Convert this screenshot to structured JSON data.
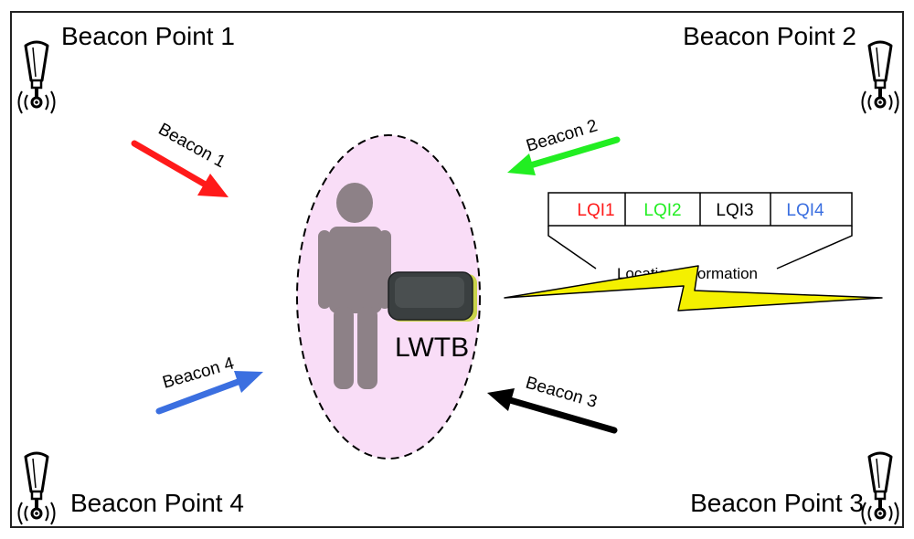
{
  "beacon_points": {
    "bp1": "Beacon Point 1",
    "bp2": "Beacon Point 2",
    "bp3": "Beacon Point 3",
    "bp4": "Beacon Point 4"
  },
  "beacons": {
    "b1": "Beacon 1",
    "b2": "Beacon 2",
    "b3": "Beacon 3",
    "b4": "Beacon 4"
  },
  "device_label": "LWTB",
  "packet": {
    "fields": [
      "LQI1",
      "LQI2",
      "LQI3",
      "LQI4"
    ],
    "caption": "Location Information"
  },
  "colors": {
    "beacon1": "#ff1a1a",
    "beacon2": "#22ee22",
    "beacon3": "#000000",
    "beacon4": "#3b6fe0",
    "zone": "#f9ddf7",
    "person": "#8d8187",
    "lightning": "#f4f000"
  },
  "icons": {
    "antenna": "antenna-icon",
    "person": "person-icon",
    "device": "tag-device-icon",
    "link": "lightning-icon"
  }
}
